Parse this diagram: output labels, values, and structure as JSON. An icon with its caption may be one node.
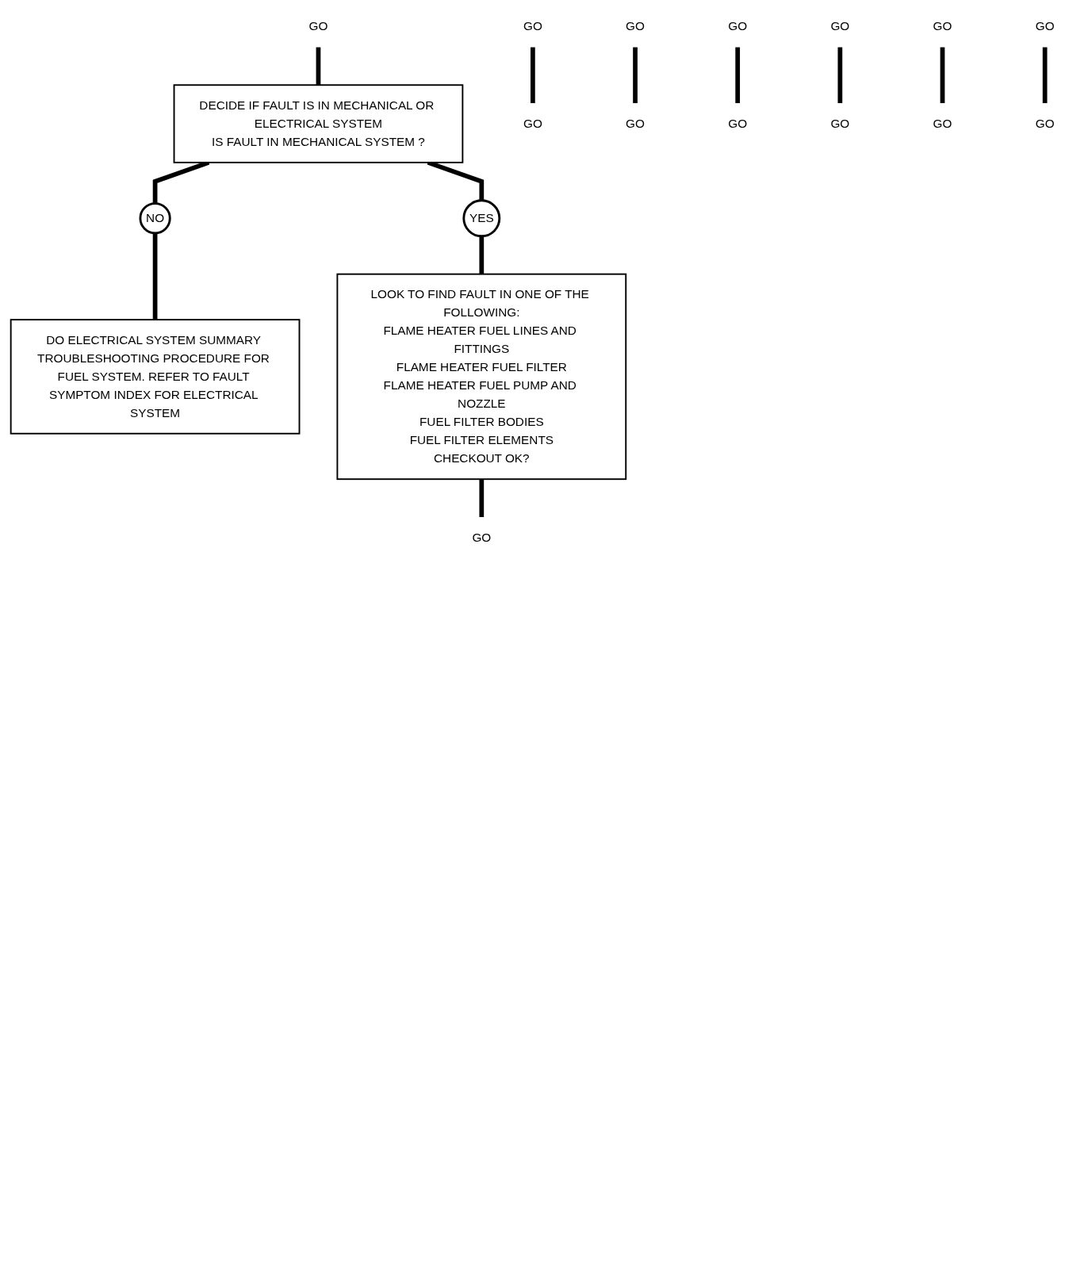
{
  "diagram": {
    "nodes": [
      {
        "text": [
          "GO"
        ]
      },
      {
        "text": [
          "GO"
        ]
      },
      {
        "text": [
          "GO"
        ]
      },
      {
        "text": [
          "GO"
        ]
      },
      {
        "text": [
          "GO"
        ]
      },
      {
        "text": [
          "GO"
        ]
      },
      {
        "text": [
          "GO"
        ]
      },
      {
        "text": [
          "DECIDE IF FAULT IS IN MECHANICAL OR ELECTRICAL SYSTEM",
          "IS FAULT IN MECHANICAL SYSTEM ?"
        ]
      },
      {
        "text": [
          "YES"
        ]
      },
      {
        "text": [
          "NO"
        ]
      },
      {
        "text": [
          "DO ELECTRICAL SYSTEM SUMMARY TROUBLESHOOTING PROCEDURE FOR FUEL SYSTEM. REFER TO FAULT SYMPTOM INDEX FOR ELECTRICAL SYSTEM"
        ]
      },
      {
        "text": [
          "LOOK TO FIND FAULT IN ONE OF THE FOLLOWING:",
          "FLAME HEATER FUEL LINES AND FITTINGS",
          "FLAME HEATER FUEL FILTER",
          "FLAME HEATER FUEL PUMP AND NOZZLE",
          "FUEL FILTER BODIES",
          "FUEL FILTER ELEMENTS",
          "CHECKOUT OK?"
        ]
      },
      {
        "text": [
          "GO"
        ]
      },
      {
        "text": [
          "GO"
        ]
      },
      {
        "text": [
          "GO"
        ]
      },
      {
        "text": [
          "GO"
        ]
      },
      {
        "text": [
          "GO"
        ]
      },
      {
        "text": [
          "GO"
        ]
      },
      {
        "text": [
          "GO"
        ]
      }
    ],
    "edges": [
      {
        "from": 0,
        "to": 7,
        "arrow": "none"
      },
      {
        "from": 7,
        "to": 8,
        "arrow": "none"
      },
      {
        "from": 7,
        "to": 9,
        "arrow": "none"
      },
      {
        "from": 9,
        "to": 10,
        "arrow": "none"
      },
      {
        "from": 8,
        "to": 11,
        "arrow": "none"
      },
      {
        "from": 11,
        "to": 12,
        "arrow": "none"
      },
      {
        "from": 1,
        "to": 13,
        "arrow": "none"
      },
      {
        "from": 2,
        "to": 14,
        "arrow": "none"
      },
      {
        "from": 3,
        "to": 15,
        "arrow": "none"
      },
      {
        "from": 4,
        "to": 16,
        "arrow": "none"
      },
      {
        "from": 5,
        "to": 17,
        "arrow": "none"
      },
      {
        "from": 6,
        "to": 18,
        "arrow": "none"
      }
    ]
  }
}
